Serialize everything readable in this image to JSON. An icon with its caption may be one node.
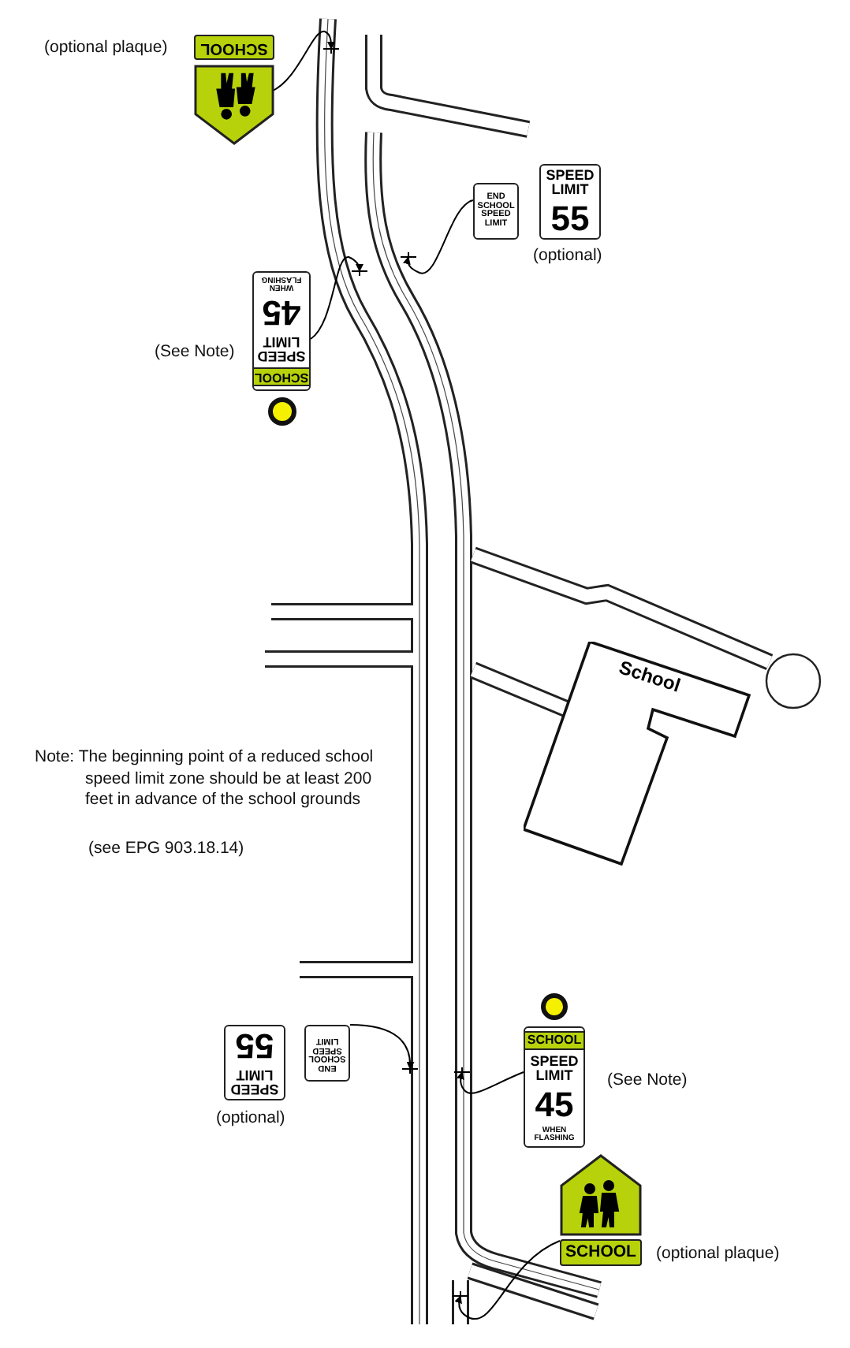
{
  "diagram": {
    "nodes": [
      {
        "text": [
          "SCHOOL"
        ],
        "beside": [
          "(optional plaque)"
        ]
      },
      {
        "text": [],
        "shape": "pentagon"
      },
      {
        "text": [
          "END SCHOOL SPEED LIMIT"
        ]
      },
      {
        "text": [
          "SPEED LIMIT",
          "55"
        ],
        "beside": [
          "(optional)"
        ]
      },
      {
        "text": [
          "SCHOOL",
          "SPEED LIMIT",
          "45",
          "WHEN FLASHING"
        ],
        "beside": [
          "(See Note)"
        ]
      },
      {
        "text": [],
        "shape": "circle"
      },
      {
        "text": [
          "School"
        ]
      },
      {
        "text": [
          "SPEED LIMIT",
          "55"
        ],
        "beside": [
          "(optional)"
        ]
      },
      {
        "text": [
          "END SCHOOL SPEED LIMIT"
        ]
      },
      {
        "text": [],
        "shape": "circle"
      },
      {
        "text": [
          "SCHOOL",
          "SPEED LIMIT",
          "45",
          "WHEN FLASHING"
        ],
        "beside": [
          "(See Note)"
        ]
      },
      {
        "text": [],
        "shape": "pentagon"
      },
      {
        "text": [
          "SCHOOL"
        ],
        "beside": [
          "(optional plaque)"
        ]
      }
    ],
    "edges": [
      {
        "from": 1,
        "to": null,
        "arrow": "to"
      },
      {
        "from": 2,
        "to": null,
        "arrow": "to"
      },
      {
        "from": 4,
        "to": null,
        "arrow": "to"
      },
      {
        "from": 8,
        "to": null,
        "arrow": "to"
      },
      {
        "from": 10,
        "to": null,
        "arrow": "to"
      },
      {
        "from": 12,
        "to": null,
        "arrow": "to"
      }
    ],
    "labels": [
      "Note: The beginning point of a reduced school speed limit zone should be at least 200 feet in advance of the school grounds",
      "(see EPG 903.18.14)"
    ]
  }
}
